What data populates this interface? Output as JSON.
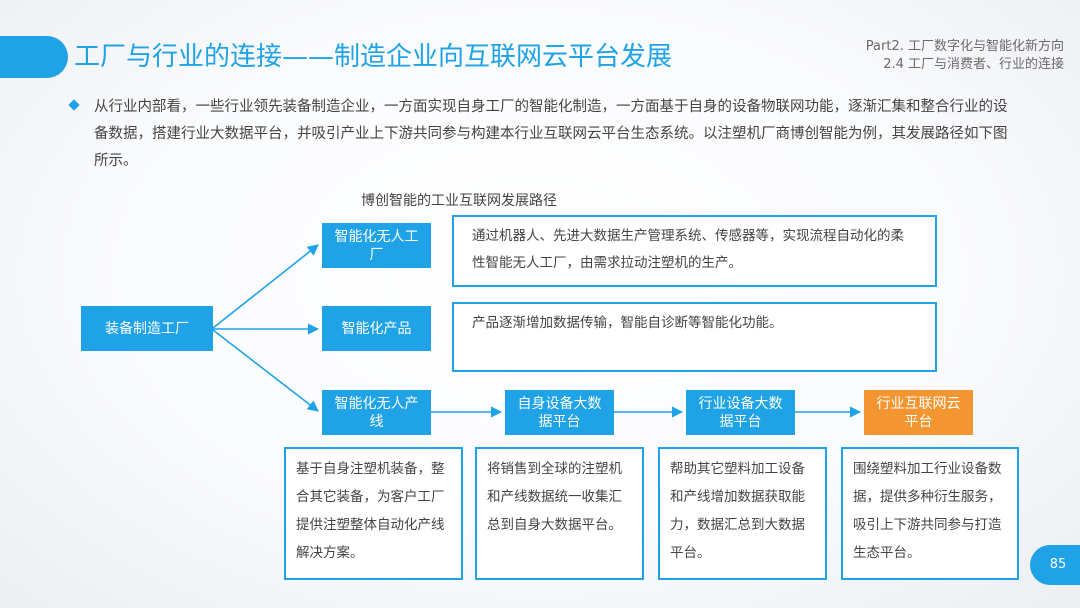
{
  "header": {
    "title": "工厂与行业的连接——制造企业向互联网云平台发展",
    "part_line1": "Part2. 工厂数字化与智能化新方向",
    "part_line2": "2.4   工厂与消费者、行业的连接"
  },
  "intro": "从行业内部看，一些行业领先装备制造企业，一方面实现自身工厂的智能化制造，一方面基于自身的设备物联网功能，逐渐汇集和整合行业的设备数据，搭建行业大数据平台，并吸引产业上下游共同参与构建本行业互联网云平台生态系统。以注塑机厂商博创智能为例，其发展路径如下图所示。",
  "diagram": {
    "title": "博创智能的工业互联网发展路径",
    "root": "装备制造工厂",
    "branch1": "智能化无人工厂",
    "branch2": "智能化产品",
    "branch3": "智能化无人产线",
    "step2": "自身设备大数据平台",
    "step3": "行业设备大数据平台",
    "step4": "行业互联网云平台",
    "desc_branch1": "通过机器人、先进大数据生产管理系统、传感器等，实现流程自动化的柔性智能无人工厂，由需求拉动注塑机的生产。",
    "desc_branch2": "产品逐渐增加数据传输，智能自诊断等智能化功能。",
    "desc_col1": "基于自身注塑机装备，整合其它装备，为客户工厂提供注塑整体自动化产线解决方案。",
    "desc_col2": "将销售到全球的注塑机和产线数据统一收集汇总到自身大数据平台。",
    "desc_col3": "帮助其它塑料加工设备和产线增加数据获取能力，数据汇总到大数据平台。",
    "desc_col4": "围绕塑料加工行业设备数据，提供多种衍生服务，吸引上下游共同参与打造生态平台。"
  },
  "page_number": "85",
  "colors": {
    "accent": "#1fa3e6",
    "highlight": "#f39530"
  }
}
